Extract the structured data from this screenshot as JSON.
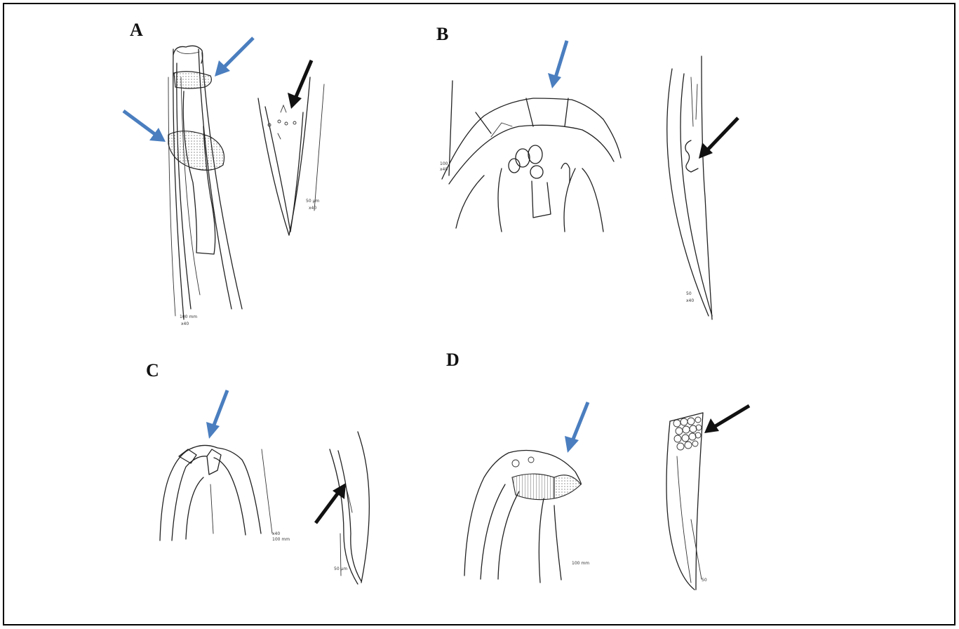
{
  "figure": {
    "panels": [
      {
        "id": "A",
        "label": "A"
      },
      {
        "id": "B",
        "label": "B"
      },
      {
        "id": "C",
        "label": "C"
      },
      {
        "id": "D",
        "label": "D"
      }
    ],
    "arrow_colors": {
      "blue": "#4a7ebf",
      "black": "#111111"
    },
    "icons": [
      "blue-arrow-icon",
      "black-arrow-icon"
    ]
  }
}
